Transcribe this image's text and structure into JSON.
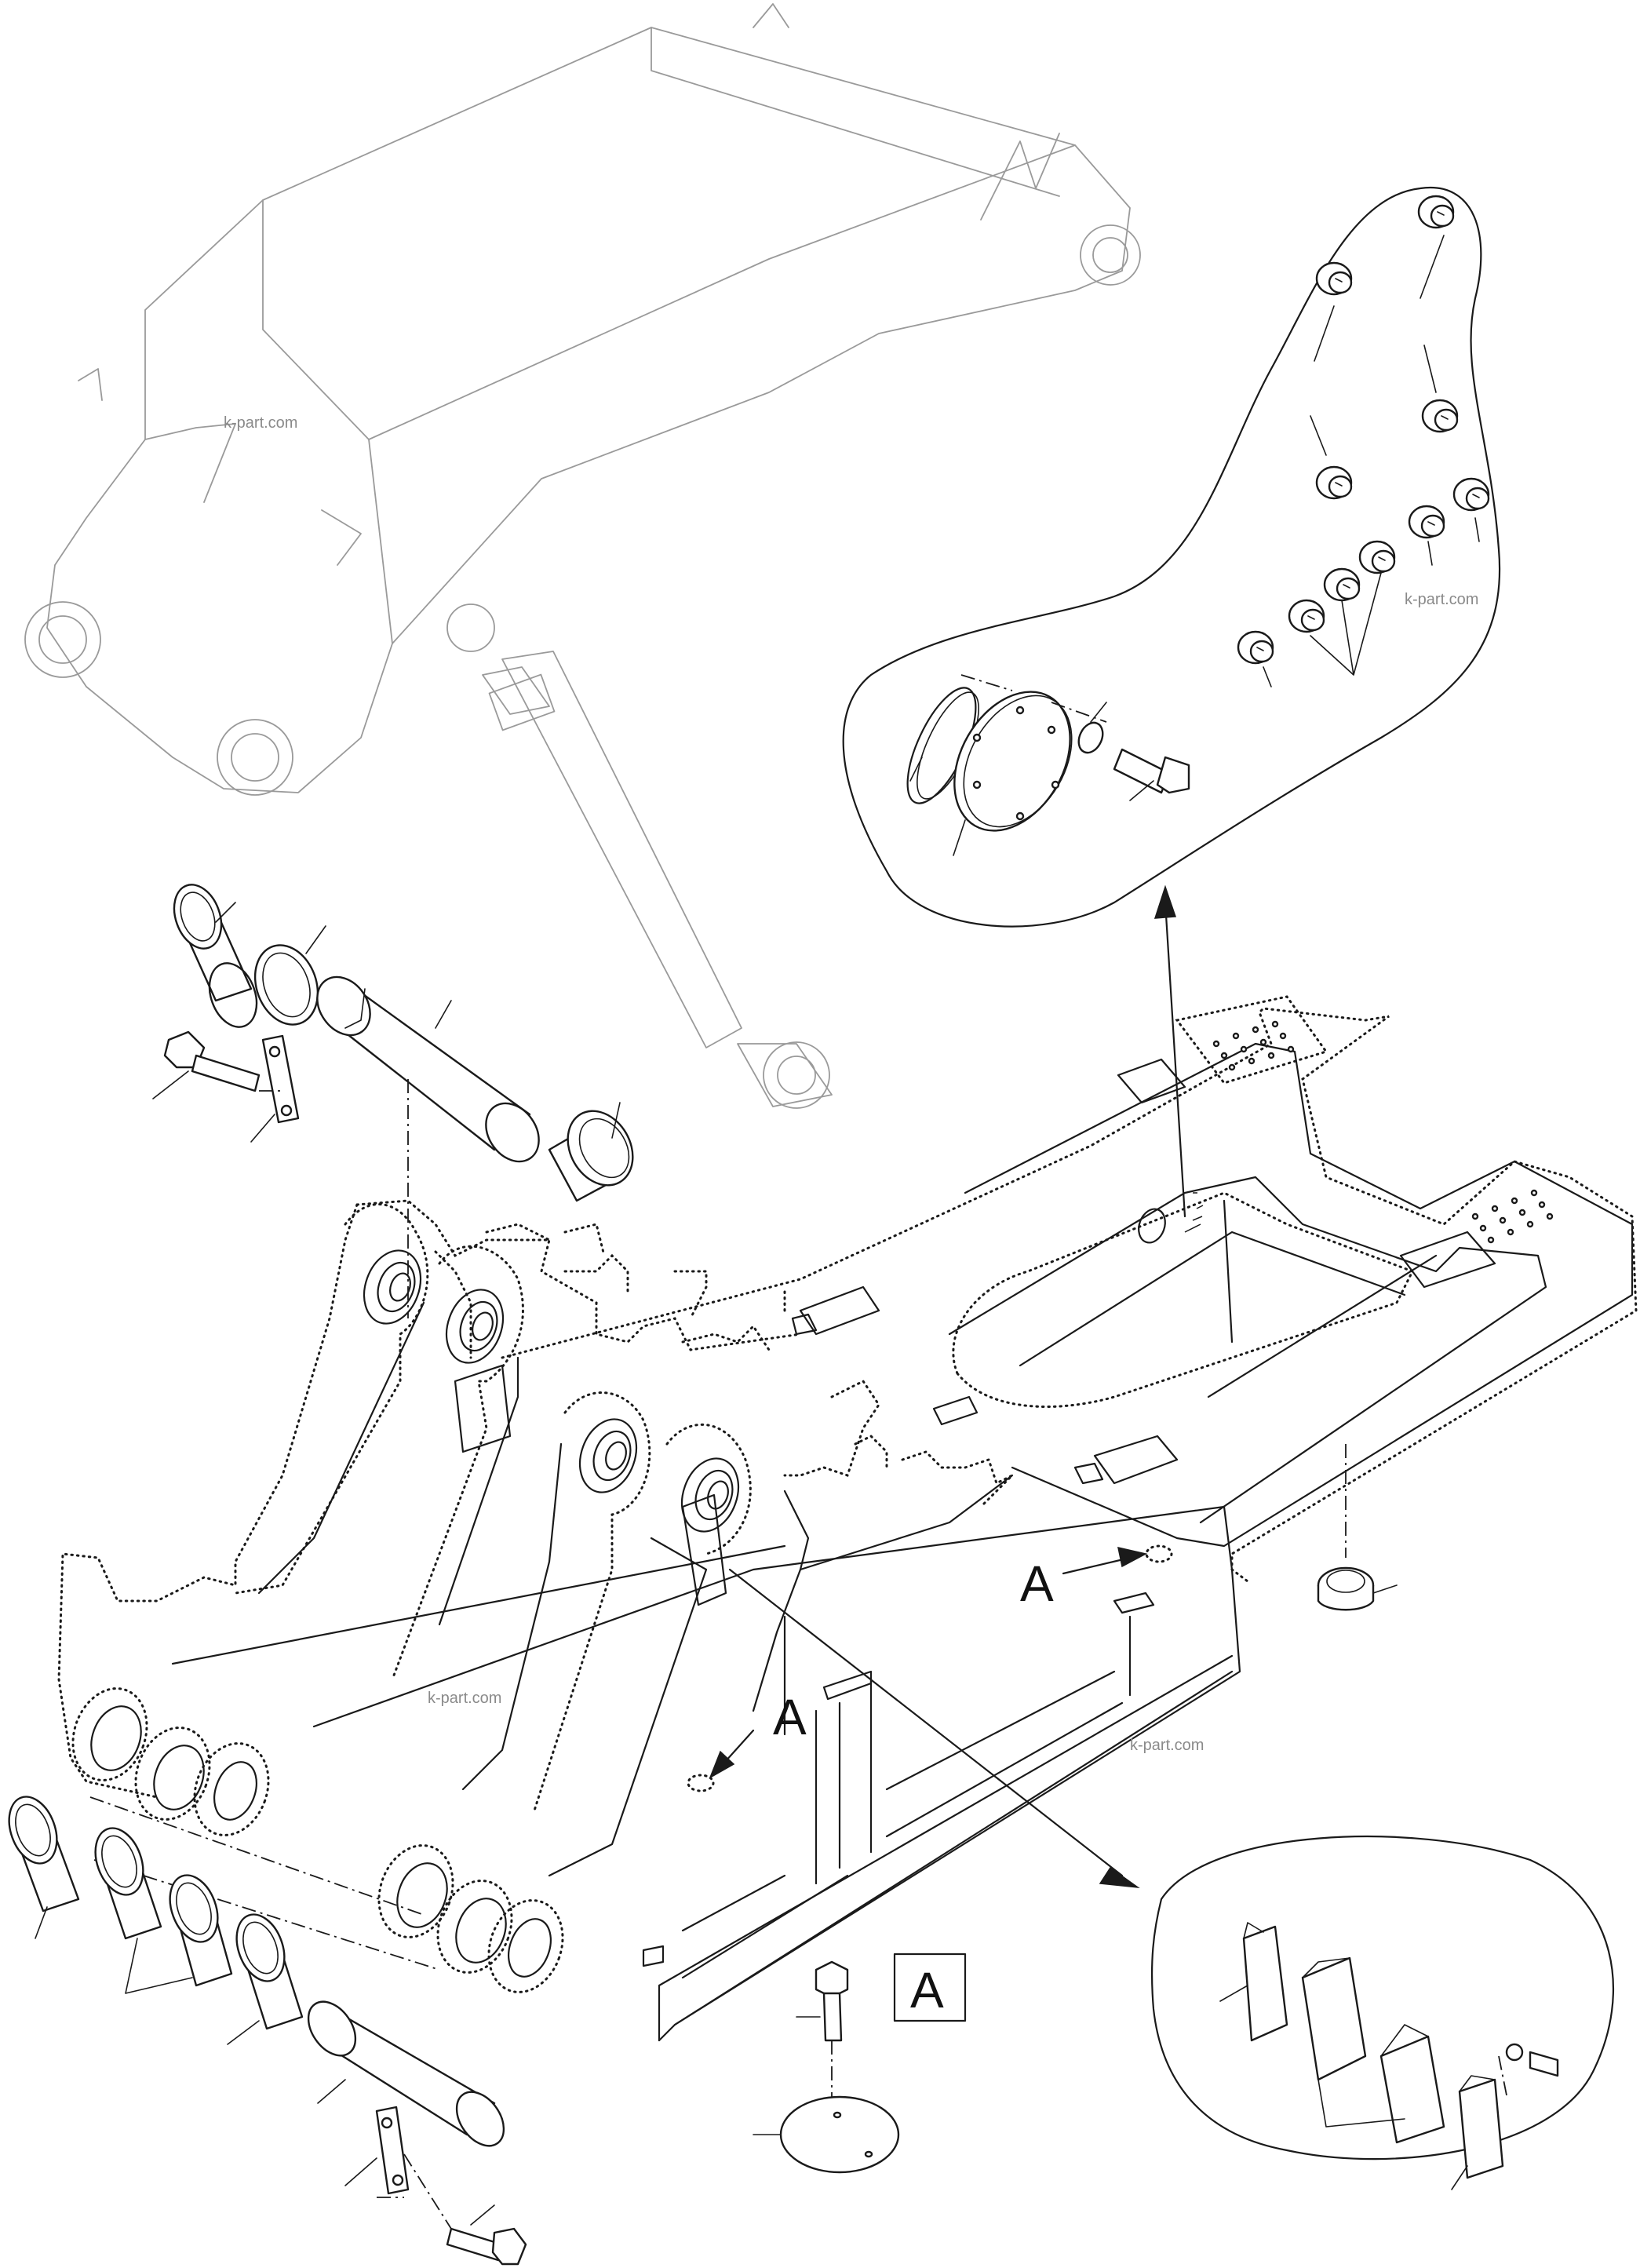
{
  "diagram": {
    "callouts": {
      "view_a_right": "A",
      "view_a_lower": "A",
      "detail_box_label": "A"
    },
    "watermarks": [
      "k-part.com",
      "k-part.com",
      "k-part.com",
      "k-part.com"
    ]
  }
}
